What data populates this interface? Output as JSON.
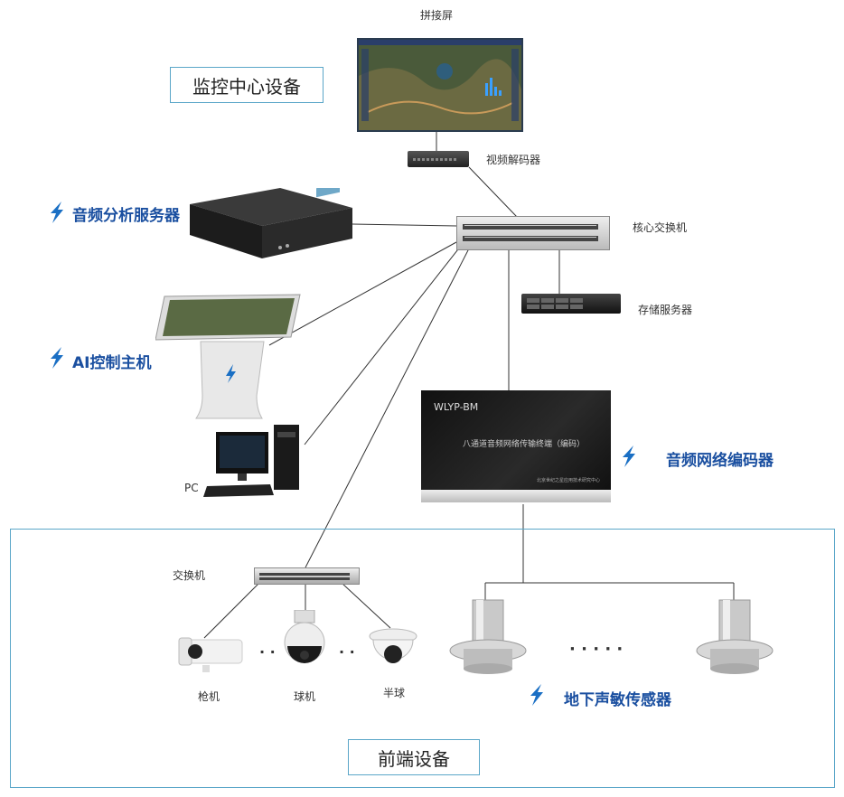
{
  "labels": {
    "splice_screen": "拼接屏",
    "monitor_center": "监控中心设备",
    "video_decoder": "视频解码器",
    "audio_server": "音频分析服务器",
    "core_switch": "核心交换机",
    "storage_server": "存储服务器",
    "ai_host": "AI控制主机",
    "pc": "PC",
    "audio_encoder": "音频网络编码器",
    "switch": "交换机",
    "bullet_cam": "枪机",
    "dome_cam": "球机",
    "half_dome": "半球",
    "sensor": "地下声敏传感器",
    "frontend": "前端设备",
    "dots_small": "· ·",
    "dots_large": "· · · · ·"
  },
  "encoder_panel": {
    "model": "WLYP-BM",
    "title": "八通道音频网络传输终端（编码）",
    "org": "北京世纪之星应用技术研究中心"
  },
  "colors": {
    "frame": "#5aa6c8",
    "accent_text": "#1a4fa0",
    "wire": "#333333"
  }
}
